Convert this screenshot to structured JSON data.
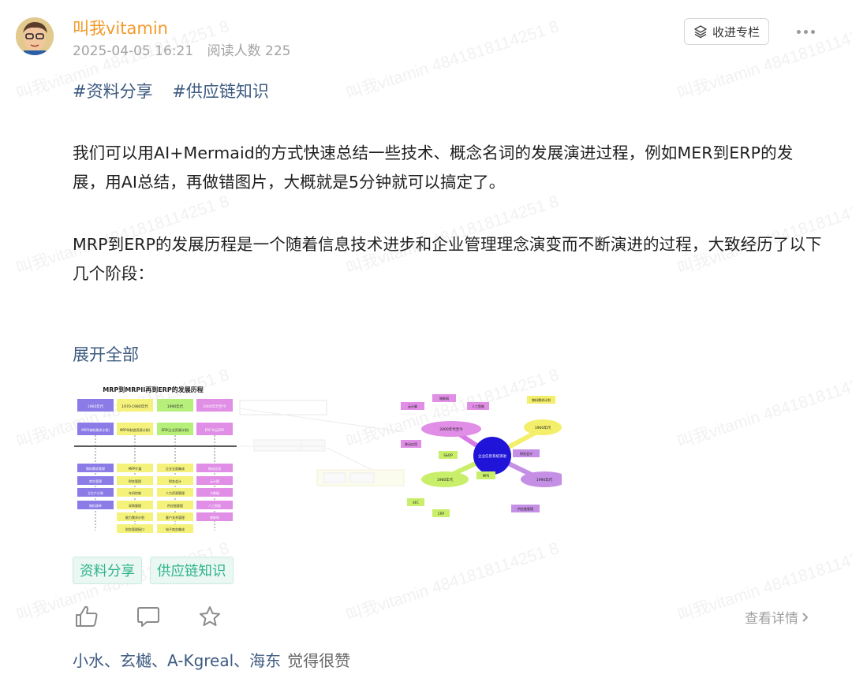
{
  "author": {
    "name": "叫我vitamin",
    "date": "2025-04-05 16:21",
    "read_count": "阅读人数 225"
  },
  "header": {
    "collect_label": "收进专栏"
  },
  "topics": [
    "#资料分享",
    "#供应链知识"
  ],
  "body": {
    "paragraph1": "我们可以用AI+Mermaid的方式快速总结一些技术、概念名词的发展演进过程，例如MER到ERP的发展，用AI总结，再做错图片，大概就是5分钟就可以搞定了。",
    "paragraph2": "MRP到ERP的发展历程是一个随着信息技术进步和企业管理理念演变而不断演进的过程，大致经历了以下几个阶段：",
    "expand_label": "展开全部"
  },
  "image": {
    "left_title": "MRP到MRPII再到ERP的发展历程",
    "header_cells": [
      "1960年代",
      "1970-1980年代",
      "1990年代",
      "2000年代至今"
    ],
    "system_cells": [
      "MRP(物料需求计划)",
      "MRPII(制造资源计划)",
      "ERP(企业资源计划)",
      "ERP II/云ERP"
    ],
    "col1": [
      "物料需求管理",
      "库存管理",
      "主生产计划",
      "物料清单"
    ],
    "col2": [
      "MRP扩展",
      "财务管理",
      "车间控制",
      "采购管理",
      "能力需求计划",
      "财务管理接口"
    ],
    "col3": [
      "企业全面集成",
      "财务会计",
      "人力资源管理",
      "供应链管理",
      "客户关系管理",
      "电子商务集成"
    ],
    "col4": [
      "移动应用",
      "云计算",
      "大数据",
      "人工智能",
      "物联网"
    ],
    "mind_center": "企业信息系统演进",
    "mind_nodes": [
      "2000年代至今",
      "1980年代",
      "1960年代",
      "1990年代",
      "云计算",
      "物联网",
      "人工智能",
      "移动应用",
      "S&OP",
      "MPS",
      "SFC",
      "CRP",
      "物料需求计划",
      "财务会计",
      "供应链管理"
    ]
  },
  "tags": [
    "资料分享",
    "供应链知识"
  ],
  "actions": {
    "details_label": "查看详情"
  },
  "likers": {
    "names": "小水、玄樾、A-Kgreal、海东",
    "suffix": "觉得很赞"
  },
  "watermark_text": "叫我vitamin 4841818114251 8",
  "colors": {
    "author": "#f39a2b",
    "link": "#3d5a80",
    "tag_text": "#2db38a",
    "tag_bg": "#eaf7f2"
  }
}
